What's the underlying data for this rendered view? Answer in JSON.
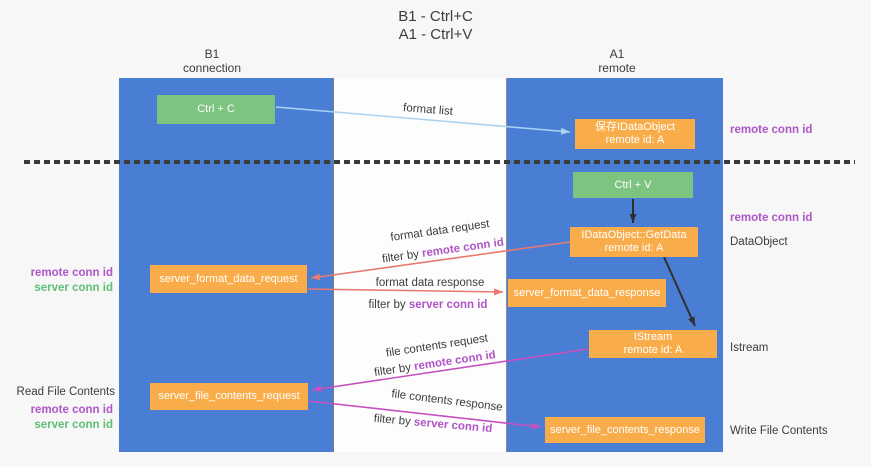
{
  "title": {
    "line1": "B1 - Ctrl+C",
    "line2": "A1 - Ctrl+V"
  },
  "columns": {
    "left": {
      "header_line1": "B1",
      "header_line2": "connection"
    },
    "right": {
      "header_line1": "A1",
      "header_line2": "remote"
    }
  },
  "boxes": {
    "ctrl_c": {
      "label": "Ctrl + C"
    },
    "saved_dataobject": {
      "line1": "保存IDataObject",
      "line2": "remote id: A"
    },
    "ctrl_v": {
      "label": "Ctrl + V"
    },
    "getdata": {
      "line1": "IDataObject::GetData",
      "line2": "remote id: A"
    },
    "server_format_data_request": {
      "label": "server_format_data_request"
    },
    "server_format_data_response": {
      "label": "server_format_data_response"
    },
    "istream": {
      "line1": "IStream",
      "line2": "remote id: A"
    },
    "server_file_contents_request": {
      "label": "server_file_contents_request"
    },
    "server_file_contents_response": {
      "label": "server_file_contents_response"
    }
  },
  "arrows": {
    "format_list": "format list",
    "format_data_request": "format data request",
    "format_data_response": "format data response",
    "file_contents_request": "file contents request",
    "file_contents_response": "file contents response"
  },
  "filters": {
    "format_request": {
      "prefix": "filter by ",
      "conn": "remote conn id"
    },
    "format_response": {
      "prefix": "filter by ",
      "conn": "server conn id"
    },
    "file_request": {
      "prefix": "filter by ",
      "conn": "remote conn id"
    },
    "file_response": {
      "prefix": "filter by ",
      "conn": "server conn id"
    }
  },
  "side_left": {
    "remote_conn_id_1": "remote conn id",
    "server_conn_id_1": "server conn id",
    "read_file_contents": "Read File Contents",
    "remote_conn_id_2": "remote conn id",
    "server_conn_id_2": "server conn id"
  },
  "side_right": {
    "remote_conn_id_top": "remote conn id",
    "remote_conn_id_mid": "remote conn id",
    "dataobject": "DataObject",
    "istream": "Istream",
    "write_file_contents": "Write File Contents"
  },
  "colors": {
    "bg": "#f7f7f7",
    "column_blue": "#4a7ed5",
    "box_green": "#7cc47f",
    "box_orange": "#f9ad4a",
    "purple": "#b055c8",
    "green_text": "#5fbe75",
    "arrow_salmon": "#e87a72",
    "arrow_magenta": "#c750c0",
    "arrow_lightblue": "#a9d3f2",
    "arrow_black": "#2f2f2f",
    "text_dark": "#3c3c3c"
  }
}
